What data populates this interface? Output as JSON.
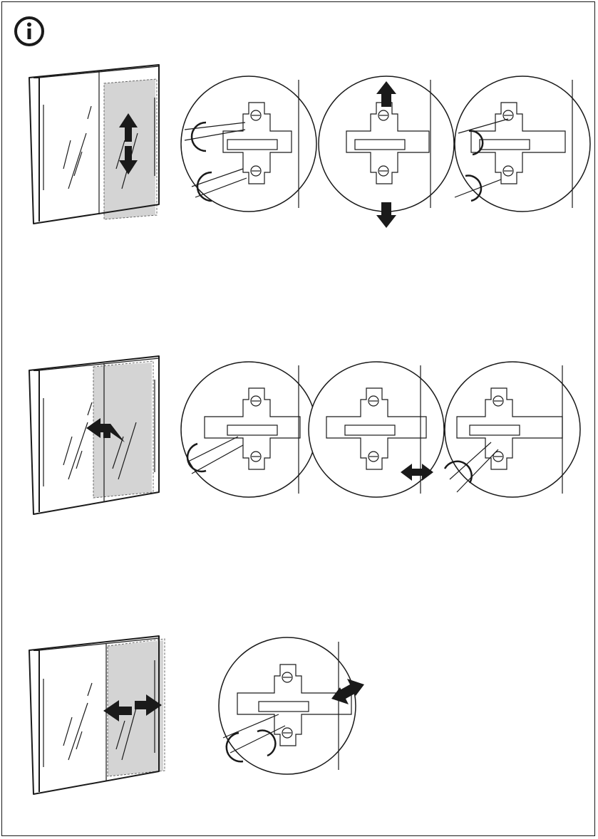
{
  "page": {
    "type": "assembly-instruction-page",
    "border": "#1a1a1a"
  },
  "info": {
    "symbol": "i",
    "icon": "info-circle-icon"
  },
  "colors": {
    "ink": "#1a1a1a",
    "highlight": "#d4d4d4",
    "background": "#ffffff"
  },
  "steps": [
    {
      "adjustment": "vertical",
      "icons": [
        "cabinet-door-icon",
        "up-down-arrow-icon",
        "hinge-screwdriver-icon"
      ]
    },
    {
      "adjustment": "lateral",
      "icons": [
        "cabinet-door-icon",
        "left-right-arrow-icon",
        "hinge-screwdriver-icon"
      ]
    },
    {
      "adjustment": "depth",
      "icons": [
        "cabinet-door-icon",
        "left-right-arrow-icon",
        "hinge-screwdriver-icon"
      ]
    }
  ]
}
